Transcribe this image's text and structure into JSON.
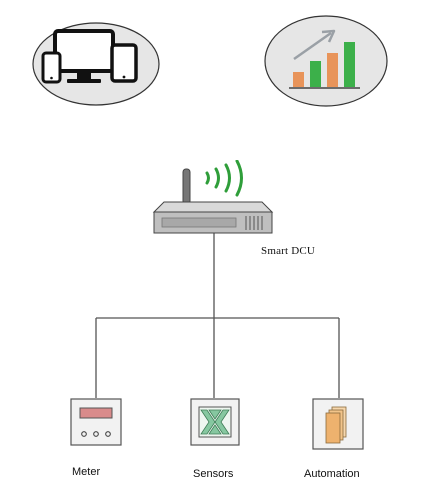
{
  "diagram": {
    "hub": {
      "label": "Smart DCU",
      "icon": "router-wifi-icon"
    },
    "top_nodes": [
      {
        "icon": "multi-device-icon"
      },
      {
        "icon": "growth-chart-icon"
      }
    ],
    "devices": [
      {
        "label": "Meter",
        "icon": "meter-icon"
      },
      {
        "label": "Sensors",
        "icon": "sensor-icon"
      },
      {
        "label": "Automation",
        "icon": "automation-icon"
      }
    ],
    "colors": {
      "line": "#555555",
      "wifi": "#2f9e3a",
      "bar_orange": "#e8945a",
      "bar_green": "#3cb04a",
      "arrow": "#9aa0a6",
      "meter_display": "#d98b8b",
      "sensor_fill": "#86c7a0",
      "automation_fill": "#f2c48a"
    }
  }
}
